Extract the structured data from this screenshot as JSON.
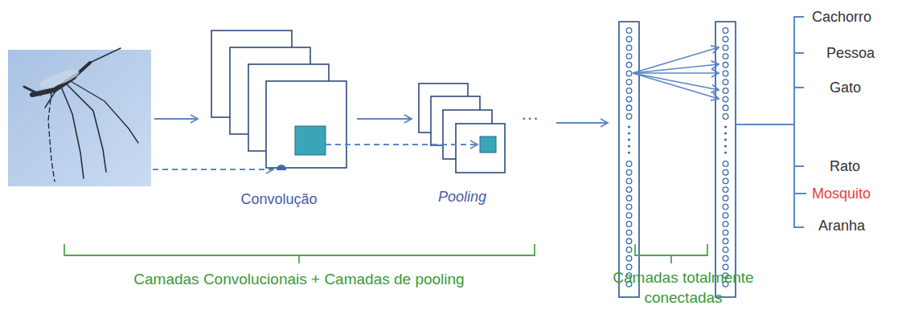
{
  "diagram": {
    "nodes": [
      {
        "text": [
          "Convolução"
        ]
      },
      {
        "text": [
          "Pooling"
        ]
      }
    ],
    "edges": [
      {
        "from": 0,
        "to": 1,
        "arrow": "to"
      }
    ],
    "labels": [
      "···",
      "Cachorro",
      "Pessoa",
      "Gato",
      "Rato",
      "Mosquito",
      "Aranha",
      "Camadas Convolucionais + Camadas de pooling",
      "Camadas totalmente conectadas"
    ]
  }
}
